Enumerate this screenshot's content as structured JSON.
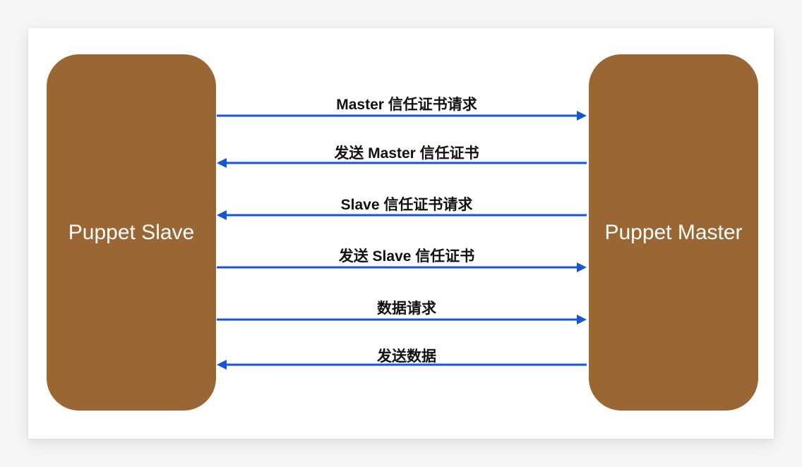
{
  "diagram": {
    "colors": {
      "node_fill": "#9a6634",
      "node_text": "#ffffff",
      "arrow": "#1455d9",
      "label": "#111111"
    },
    "nodes": {
      "slave": "Puppet Slave",
      "master": "Puppet Master"
    },
    "messages": [
      {
        "label": "Master 信任证书请求",
        "from": "slave",
        "to": "master"
      },
      {
        "label": "发送 Master 信任证书",
        "from": "master",
        "to": "slave"
      },
      {
        "label": "Slave 信任证书请求",
        "from": "master",
        "to": "slave"
      },
      {
        "label": "发送 Slave 信任证书",
        "from": "slave",
        "to": "master"
      },
      {
        "label": "数据请求",
        "from": "slave",
        "to": "master"
      },
      {
        "label": "发送数据",
        "from": "master",
        "to": "slave"
      }
    ]
  }
}
